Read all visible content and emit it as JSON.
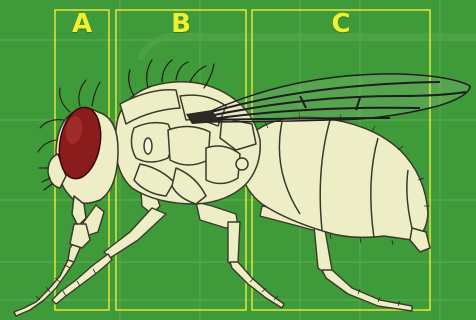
{
  "diagram": {
    "segments": [
      {
        "id": "A",
        "label": "A"
      },
      {
        "id": "B",
        "label": "B"
      },
      {
        "id": "C",
        "label": "C"
      }
    ],
    "colors": {
      "background": "#3f9a3a",
      "grid": "#6cb65e",
      "segment_frame": "#e3e63a",
      "label": "#f2ef2e",
      "body": "#eeeec6",
      "outline": "#3a3a2a",
      "eye": "#8a1c1c",
      "wing_vein": "#1e1e1e"
    }
  }
}
